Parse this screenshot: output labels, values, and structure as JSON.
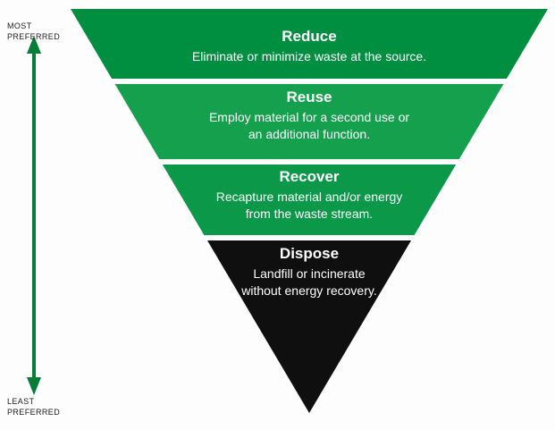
{
  "diagram": {
    "arrow": {
      "top_label": "MOST\nPREFERRED",
      "bottom_label": "LEAST\nPREFERRED",
      "color": "#047d36"
    },
    "levels": [
      {
        "name": "Reduce",
        "description": "Eliminate or minimize waste at the source.",
        "color": "#008f41"
      },
      {
        "name": "Reuse",
        "description": "Employ material for a second use or an additional function.",
        "color": "#15a04d"
      },
      {
        "name": "Recover",
        "description": "Recapture material and/or energy from the waste stream.",
        "color": "#0b9848"
      },
      {
        "name": "Dispose",
        "description": "Landfill or incinerate without energy recovery.",
        "color": "#0f0f0f"
      }
    ],
    "text_color": "#ffffff"
  }
}
